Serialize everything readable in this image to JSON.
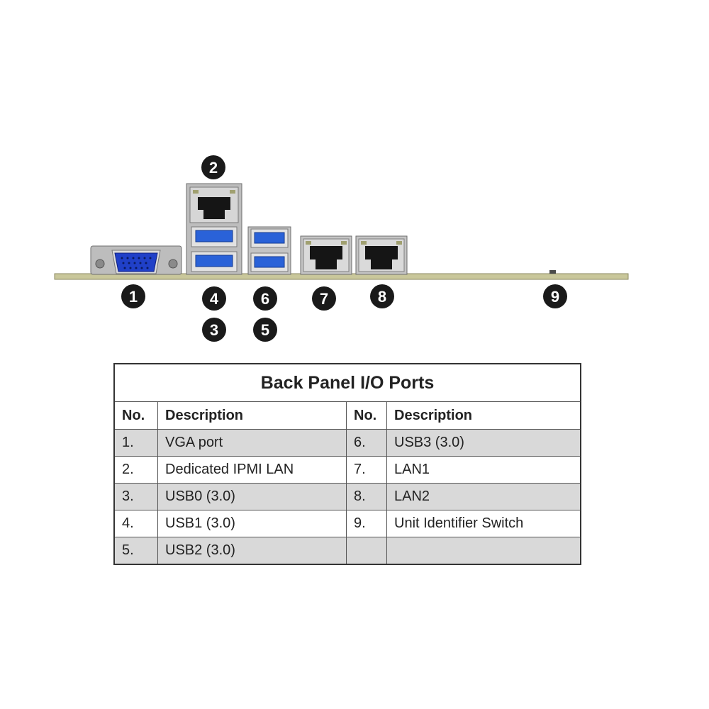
{
  "diagram": {
    "callouts": [
      "1",
      "2",
      "3",
      "4",
      "5",
      "6",
      "7",
      "8",
      "9"
    ],
    "colors": {
      "board": "#c9c79b",
      "metal": "#b9b9b9",
      "vga_blue": "#2040c8",
      "usb_blue": "#2a62d8",
      "callout": "#1a1a1a"
    }
  },
  "table": {
    "title": "Back Panel I/O Ports",
    "headers": {
      "no_left": "No.",
      "desc_left": "Description",
      "no_right": "No.",
      "desc_right": "Description"
    },
    "rows": [
      {
        "no_l": "1.",
        "desc_l": "VGA port",
        "no_r": "6.",
        "desc_r": "USB3 (3.0)"
      },
      {
        "no_l": "2.",
        "desc_l": "Dedicated IPMI LAN",
        "no_r": "7.",
        "desc_r": "LAN1"
      },
      {
        "no_l": "3.",
        "desc_l": "USB0 (3.0)",
        "no_r": "8.",
        "desc_r": "LAN2"
      },
      {
        "no_l": "4.",
        "desc_l": "USB1 (3.0)",
        "no_r": "9.",
        "desc_r": "Unit Identifier Switch"
      },
      {
        "no_l": "5.",
        "desc_l": "USB2 (3.0)",
        "no_r": "",
        "desc_r": ""
      }
    ]
  }
}
